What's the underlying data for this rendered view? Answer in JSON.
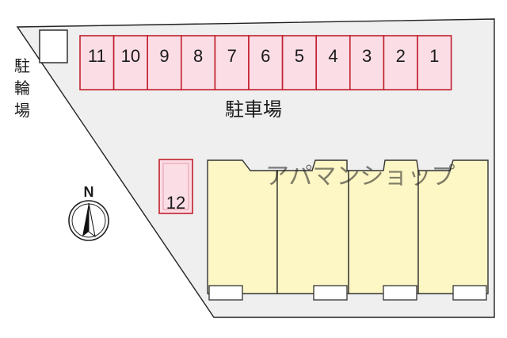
{
  "lot": {
    "label": "駐車場",
    "bike_label_chars": [
      "駐",
      "輪",
      "場"
    ],
    "spaces_top_row": [
      "11",
      "10",
      "9",
      "8",
      "7",
      "6",
      "5",
      "4",
      "3",
      "2",
      "1"
    ],
    "space_extra": "12"
  },
  "compass": {
    "north_label": "N"
  },
  "watermark": "アパマンショップ",
  "colors": {
    "ground": "#efefef",
    "space_fill": "#fbdde6",
    "space_stroke": "#c0202c",
    "building_fill": "#fdf7c6",
    "building_stroke": "#333333"
  }
}
